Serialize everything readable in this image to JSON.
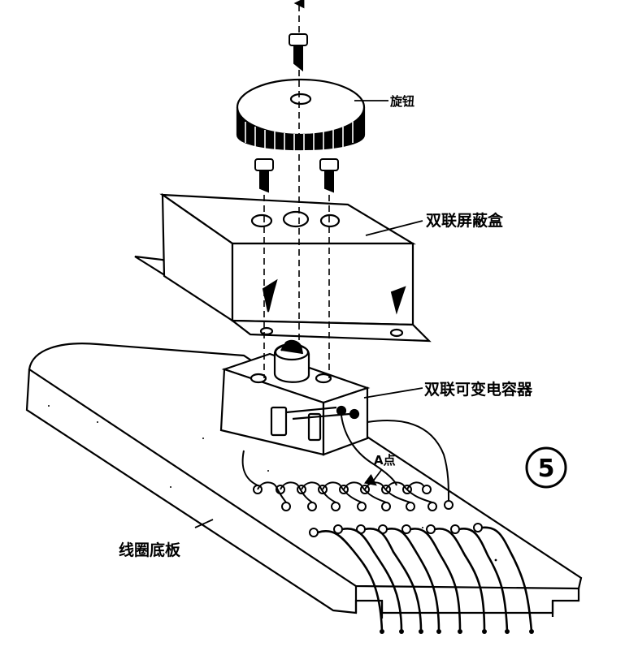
{
  "labels": {
    "knob": "旋钮",
    "shield_box": "双联屏蔽盒",
    "variable_capacitor": "双联可变电容器",
    "point_a": "A点",
    "coil_board": "线圈底板"
  },
  "step_number": "5",
  "colors": {
    "ink": "#000000",
    "paper": "#ffffff"
  }
}
